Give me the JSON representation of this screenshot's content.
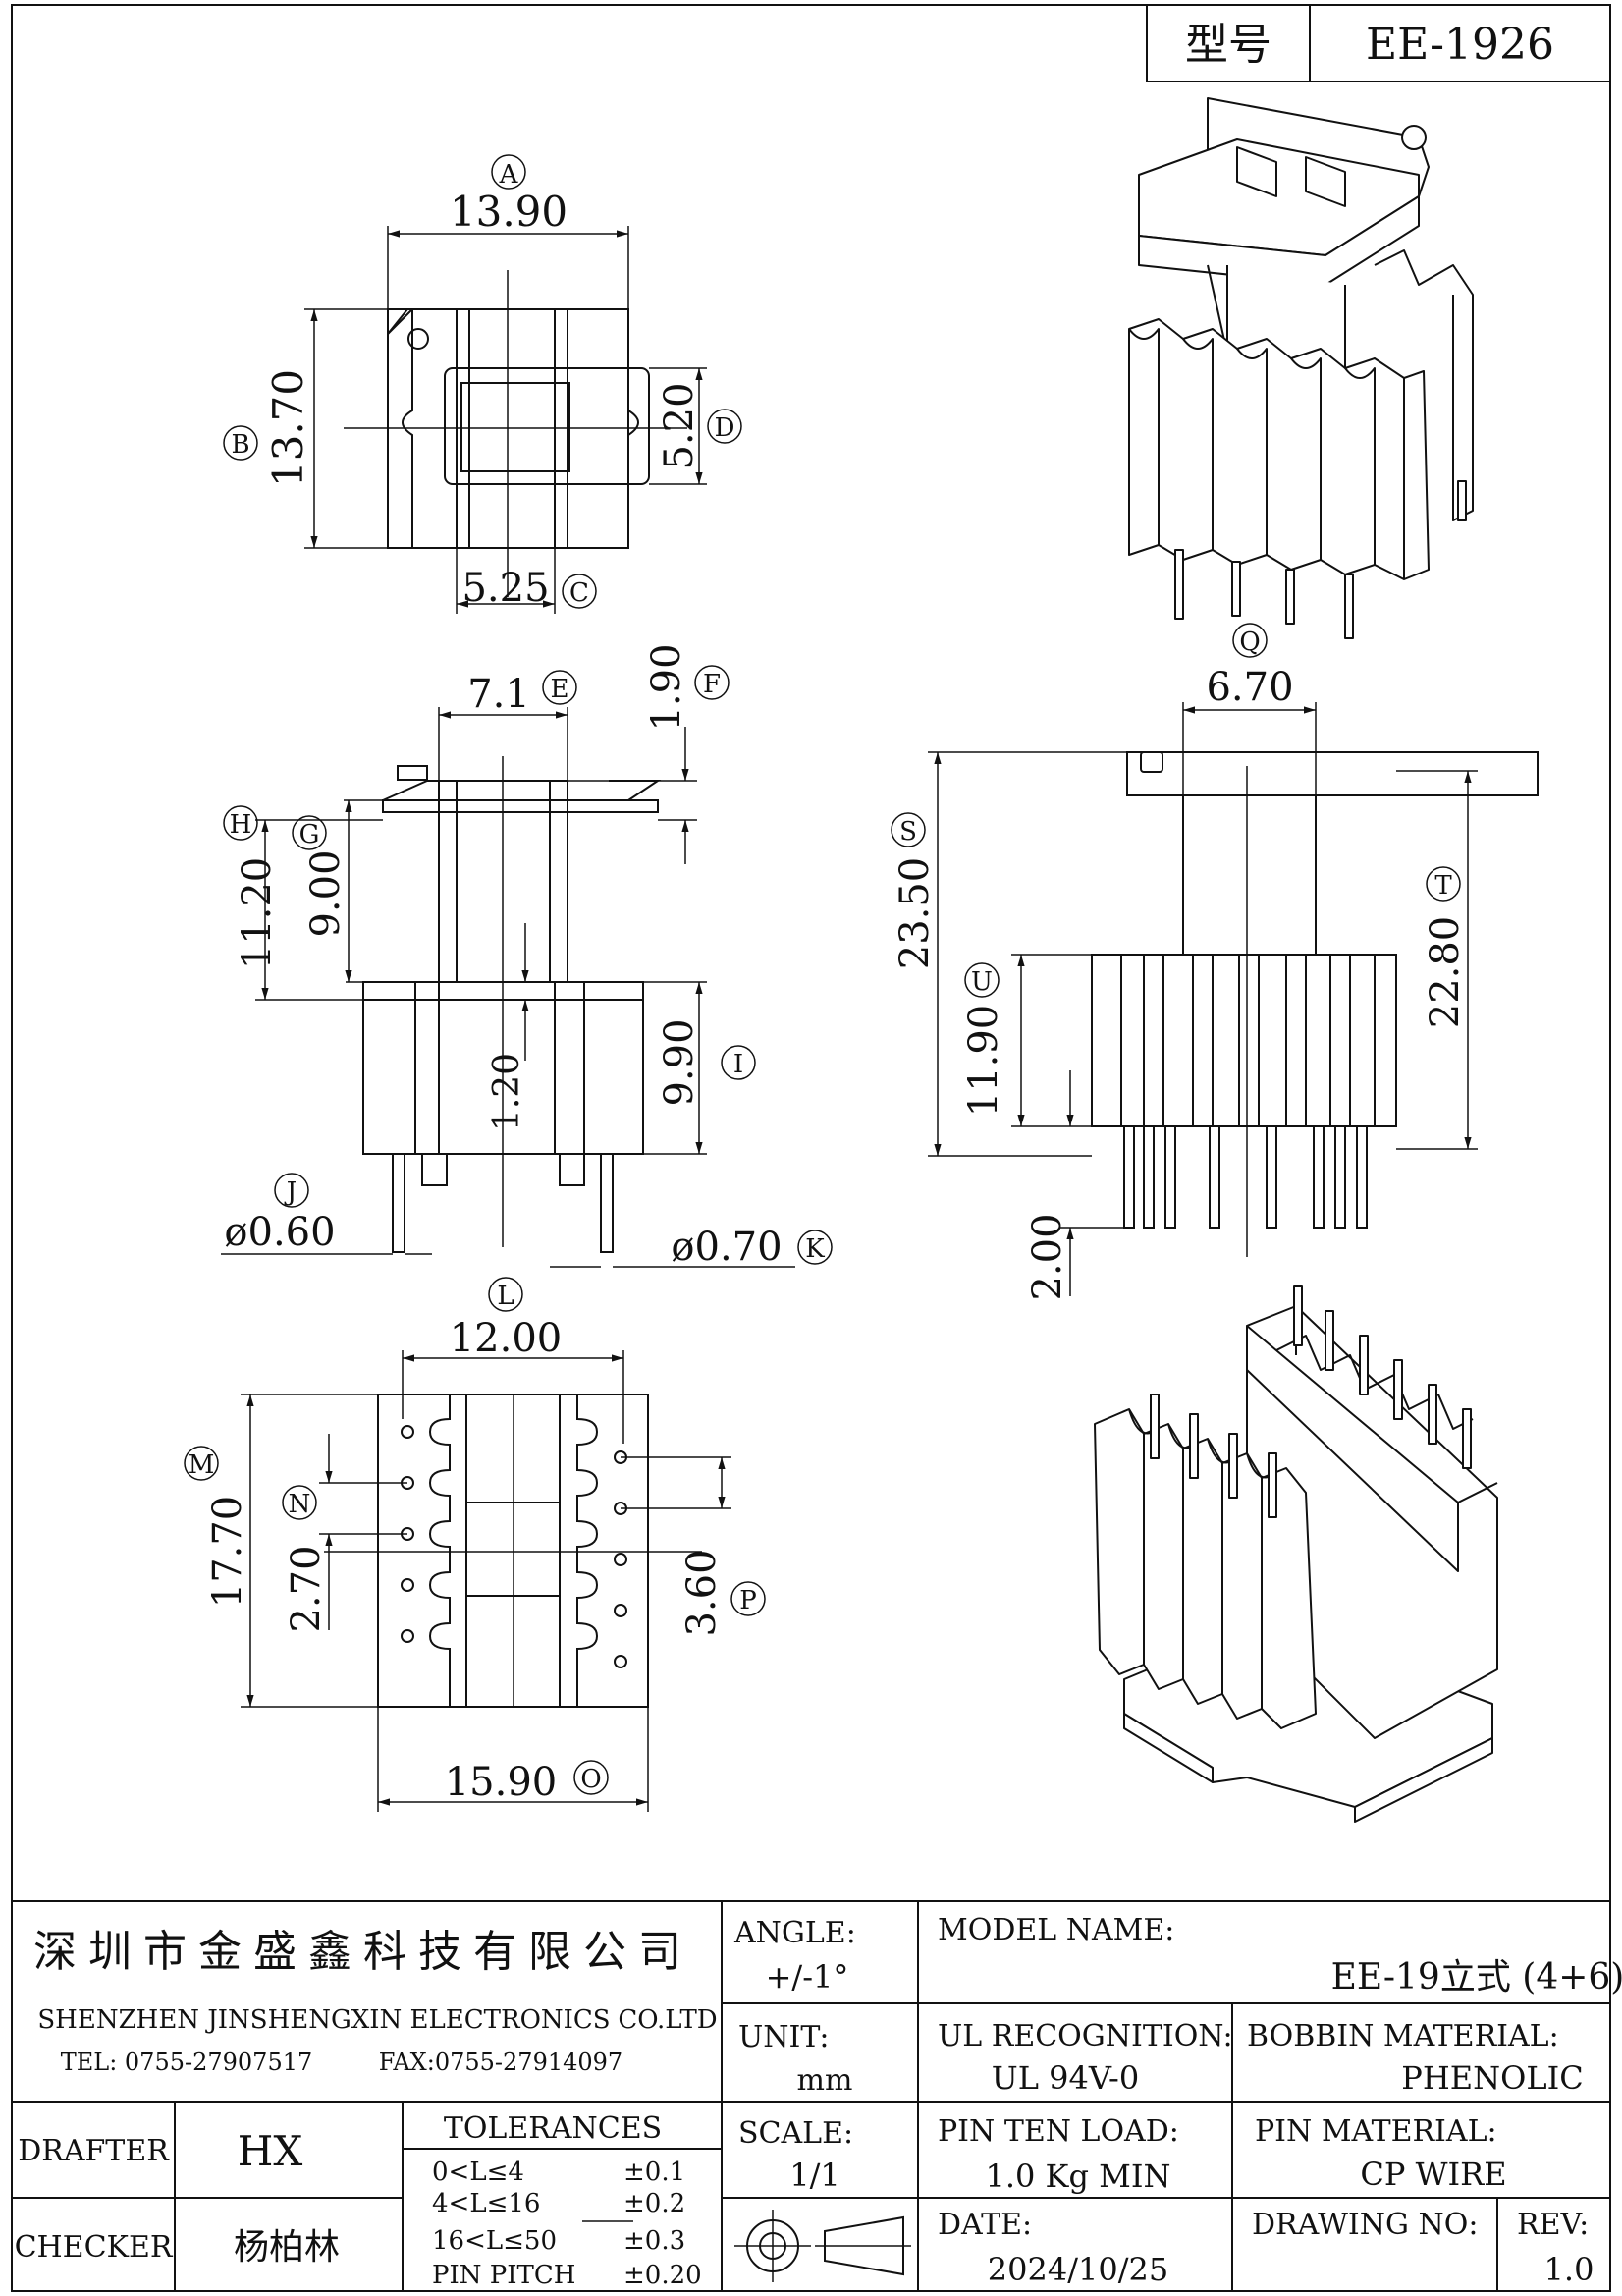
{
  "header": {
    "model_label": "型号",
    "model_value": "EE-1926"
  },
  "dims": {
    "A": {
      "letter": "A",
      "value": "13.90"
    },
    "B": {
      "letter": "B",
      "value": "13.70"
    },
    "C": {
      "letter": "C",
      "value": "5.25"
    },
    "D": {
      "letter": "D",
      "value": "5.20"
    },
    "E": {
      "letter": "E",
      "value": "7.1"
    },
    "F": {
      "letter": "F",
      "value": "1.90"
    },
    "G": {
      "letter": "G",
      "value": "9.00"
    },
    "H": {
      "letter": "H",
      "value": "11.20"
    },
    "I": {
      "letter": "I",
      "value": "9.90"
    },
    "J": {
      "letter": "J",
      "value": "ø0.60"
    },
    "K": {
      "letter": "K",
      "value": "ø0.70"
    },
    "center": {
      "value": "1.20"
    },
    "L": {
      "letter": "L",
      "value": "12.00"
    },
    "M": {
      "letter": "M",
      "value": "17.70"
    },
    "N": {
      "letter": "N",
      "value": "2.70"
    },
    "O": {
      "letter": "O",
      "value": "15.90"
    },
    "P": {
      "letter": "P",
      "value": "3.60"
    },
    "Q": {
      "letter": "Q",
      "value": "6.70"
    },
    "S": {
      "letter": "S",
      "value": "23.50"
    },
    "T": {
      "letter": "T",
      "value": "22.80"
    },
    "U": {
      "letter": "U",
      "value": "11.90"
    },
    "pin_len": {
      "value": "2.00"
    }
  },
  "title_block": {
    "company_cn": "深圳市金盛鑫科技有限公司",
    "company_en": "SHENZHEN JINSHENGXIN ELECTRONICS",
    "company_suffix": "CO.LTD",
    "tel": "TEL: 0755-27907517",
    "fax": "FAX:0755-27914097",
    "angle_label": "ANGLE:",
    "angle_value": "+/-1°",
    "model_name_label": "MODEL NAME:",
    "model_name_value": "EE-19立式 (4+6)",
    "unit_label": "UNIT:",
    "unit_value": "mm",
    "ul_label": "UL RECOGNITION:",
    "ul_value": "UL 94V-0",
    "bobbin_label": "BOBBIN MATERIAL:",
    "bobbin_value": "PHENOLIC",
    "drafter_label": "DRAFTER",
    "drafter_value": "HX",
    "tolerances_label": "TOLERANCES",
    "tolerances": [
      {
        "range": "0<L≤4",
        "value": "±0.1"
      },
      {
        "range": "4<L≤16",
        "value": "±0.2"
      },
      {
        "range": "16<L≤50",
        "value": "±0.3"
      },
      {
        "range": "PIN PITCH",
        "value": "±0.20"
      }
    ],
    "scale_label": "SCALE:",
    "scale_value": "1/1",
    "pin_load_label": "PIN TEN LOAD:",
    "pin_load_value": "1.0 Kg MIN",
    "pin_material_label": "PIN MATERIAL:",
    "pin_material_value": "CP WIRE",
    "checker_label": "CHECKER",
    "checker_value": "杨柏林",
    "date_label": "DATE:",
    "date_value": "2024/10/25",
    "drawing_no_label": "DRAWING NO:",
    "rev_label": "REV:",
    "rev_value": "1.0"
  }
}
